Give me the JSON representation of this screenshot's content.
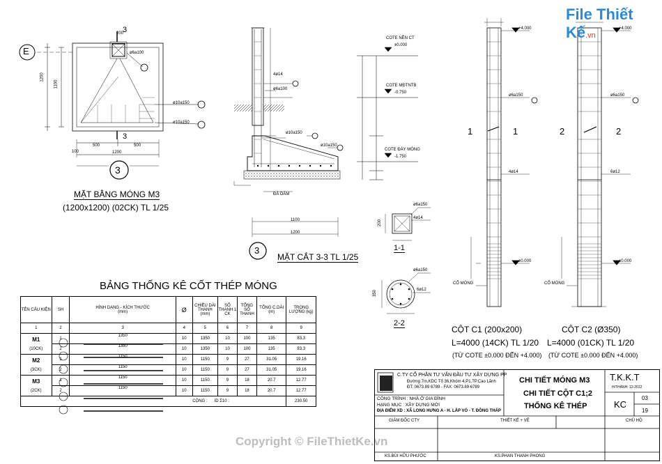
{
  "watermark": {
    "logo": "File Thiết Kế",
    "logo_domain": ".vn",
    "footer": "Copyright © FileThietKe.vn"
  },
  "plan_view": {
    "title": "MẶT BẰNG MÓNG M3",
    "subtitle": "(1200x1200) (02CK) TL 1/25",
    "grid_label": "E",
    "section_marker": "3",
    "section_cut": "3",
    "dims": {
      "top": "200",
      "left": "1200",
      "left_inner": "1100",
      "half_left": "500",
      "half_right": "500",
      "bottom": "1200",
      "edge": "100"
    },
    "rebar": [
      "ø6a100",
      "ø10a150",
      "ø10a150"
    ]
  },
  "section_view": {
    "title": "MẶT CẮT 3-3 TL 1/25",
    "marker": "3",
    "labels": [
      "4ø14",
      "ø6a100",
      "ø10a150",
      "ø10a150",
      "ĐÁ DĂM"
    ],
    "dims": {
      "bottom": "1200",
      "inner": "1100"
    }
  },
  "elevations": [
    {
      "title": "COTE NỀN CT",
      "value": "±0.000"
    },
    {
      "title": "COTE MĐTNTB",
      "value": "-0.750"
    },
    {
      "title": "COTE ĐÁY MÓNG",
      "value": "-1.750"
    }
  ],
  "sec11": {
    "title": "1-1",
    "labels": [
      "ø6a150",
      "4ø14"
    ],
    "dim": "200"
  },
  "sec22": {
    "title": "2-2",
    "labels": [
      "ø6a150",
      "6ø12"
    ],
    "dim": "350"
  },
  "column_c1": {
    "title": "CỘT C1 (200x200)",
    "subtitle": "L=4000 (14CK) TL 1/20",
    "note": "(TỪ COTE ±0.000 ĐẾN +4.000)",
    "cut": "1",
    "labels": [
      "ø6a150",
      "4ø14",
      "CỔ MÓNG"
    ],
    "top": "+4.000",
    "base": "±0.000"
  },
  "column_c2": {
    "title": "CỘT C2 (Ø350)",
    "subtitle": "L=4000 (01CK) TL 1/20",
    "note": "(TỪ COTE ±0.000 ĐẾN +4.000)",
    "cut": "2",
    "labels": [
      "ø6a150",
      "6ø12",
      "CỔ MÓNG"
    ],
    "top": "+4.000",
    "base": "±0.000"
  },
  "bom": {
    "title": "BẢNG THỐNG KÊ CỐT THÉP MÓNG",
    "headers": [
      "TÊN CẤU KIỆN",
      "SH",
      "HÌNH DẠNG - KÍCH THƯỚC",
      "Ø",
      "CHIỀU DÀI THANH (mm)",
      "SỐ THANH 1 CK",
      "TỔNG SỐ THANH",
      "TỔNG C.DÀI (m)",
      "TRỌNG LƯỢNG (kg)"
    ],
    "header_units": [
      "",
      "",
      "(mm)",
      "",
      "",
      "",
      "",
      "",
      ""
    ],
    "index": [
      "1",
      "2",
      "3",
      "4",
      "5",
      "6",
      "7",
      "8",
      "9"
    ],
    "groups": [
      {
        "name": "M1",
        "count": "(10CK)",
        "rows": [
          {
            "sh": "1",
            "len_label": "1350",
            "d": "10",
            "l": "1350",
            "n1": "10",
            "n": "100",
            "total": "135",
            "w": "83.3"
          },
          {
            "sh": "2",
            "len_label": "1350",
            "d": "10",
            "l": "1350",
            "n1": "10",
            "n": "100",
            "total": "135",
            "w": "83.3"
          }
        ]
      },
      {
        "name": "M2",
        "count": "(3CK)",
        "rows": [
          {
            "sh": "1",
            "len_label": "1150",
            "d": "10",
            "l": "1150",
            "n1": "9",
            "n": "27",
            "total": "31.05",
            "w": "19.16"
          },
          {
            "sh": "2",
            "len_label": "1150",
            "d": "10",
            "l": "1150",
            "n1": "9",
            "n": "27",
            "total": "31.05",
            "w": "19.16"
          }
        ]
      },
      {
        "name": "M3",
        "count": "(2CK)",
        "rows": [
          {
            "sh": "1",
            "len_label": "1150",
            "d": "10",
            "l": "1150",
            "n1": "9",
            "n": "18",
            "total": "20.7",
            "w": "12.77"
          },
          {
            "sh": "2",
            "len_label": "1150",
            "d": "10",
            "l": "1150",
            "n1": "9",
            "n": "18",
            "total": "20.7",
            "w": "12.77"
          }
        ]
      }
    ],
    "total_label": "CỘNG :",
    "total_text": "ID  Σ10 :",
    "total_value": "230.50"
  },
  "title_block": {
    "company": "C.TY CỔ PHẦN TƯ VẤN ĐẦU TƯ XÂY DỰNG PP",
    "address": "Đường 7m,KDC Tổ 36,Khóm 4,P1,TP.Cao Lãnh",
    "phone": "ĐT: 0673.89 6789 - FAX: 0673.89 6789",
    "project": "CÔNG TRÌNH : NHÀ Ở GIA ĐÌNH",
    "item": "HẠNG MỤC : XÂY DỰNG MỚI",
    "location": "ĐỊA ĐIỂM XD : XÃ LONG HƯNG A - H. LẤP VÒ - T. ĐỒNG THÁP",
    "drawing_title_1": "CHI TIẾT MÓNG M3",
    "drawing_title_2": "CHI TIẾT CỘT C1;2",
    "drawing_title_3": "THỐNG KÊ THÉP",
    "stage": "T.K.K.T",
    "date": "H/THÀNH: 12-2012",
    "code": "KC",
    "sheet_no": "03",
    "sheet_total": "19",
    "role_director": "GIÁM ĐỐC CTY",
    "role_design": "THIẾT KẾ + VẼ",
    "role_owner": "CHỦ HỘ",
    "name_director": "KS.BÙI HỮU PHƯỚC",
    "name_design": "KS.PHAN THANH PHONG"
  }
}
